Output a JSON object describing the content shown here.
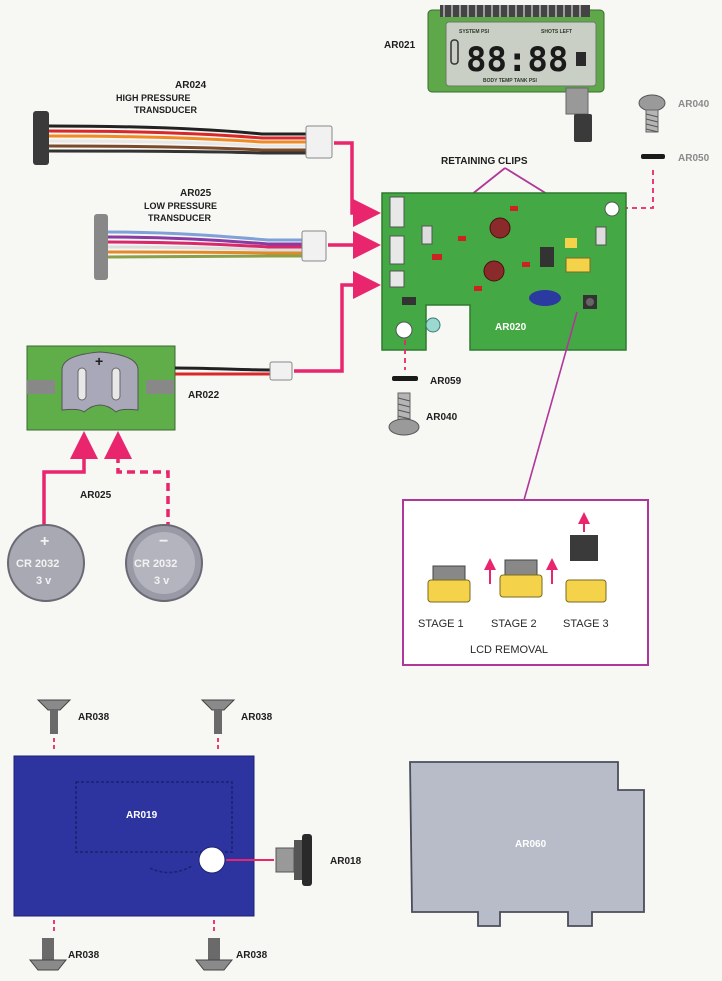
{
  "labels": {
    "lcd_display": "AR021",
    "screw_top_right": "AR040",
    "washer_top_right": "AR050",
    "hp_code": "AR024",
    "hp_line1": "HIGH PRESSURE",
    "hp_line2": "TRANSDUCER",
    "lp_code": "AR025",
    "lp_line1": "LOW PRESSURE",
    "lp_line2": "TRANSDUCER",
    "retaining_clips": "RETAINING CLIPS",
    "main_board": "AR020",
    "battery_holder": "AR022",
    "washer_bottom": "AR059",
    "screw_bottom": "AR040",
    "batteries": "AR025",
    "stage1": "STAGE 1",
    "stage2": "STAGE 2",
    "stage3": "STAGE 3",
    "lcd_removal": "LCD REMOVAL",
    "screw_tl": "AR038",
    "screw_tr": "AR038",
    "screw_bl": "AR038",
    "screw_br": "AR038",
    "housing_plate": "AR019",
    "knob": "AR018",
    "gasket": "AR060"
  },
  "lcd": {
    "top_left": "SYSTEM PSI",
    "top_right": "SHOTS LEFT",
    "bottom": "BODY TEMP  TANK PSI",
    "digits": "88:88"
  },
  "batteries": {
    "plus_sign": "+",
    "minus_sign": "−",
    "model": "CR 2032",
    "voltage": "3 v"
  },
  "colors": {
    "arrow": "#e8256d",
    "board": "#44a844",
    "housing": "#2d34a0",
    "removal_box": "#b0379a"
  }
}
